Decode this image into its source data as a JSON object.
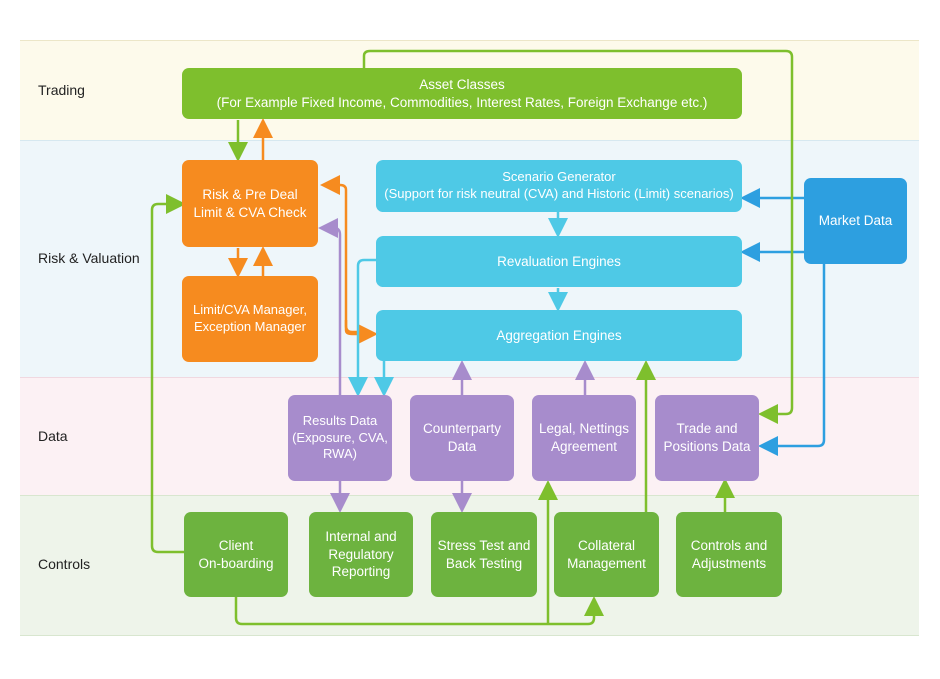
{
  "lanes": {
    "trading": "Trading",
    "risk_valuation": "Risk & Valuation",
    "data": "Data",
    "controls": "Controls"
  },
  "boxes": {
    "asset_classes": "Asset Classes\n(For Example Fixed Income, Commodities, Interest Rates, Foreign Exchange etc.)",
    "risk_pre_deal": "Risk & Pre Deal\nLimit & CVA Check",
    "limit_manager": "Limit/CVA Manager,\nException Manager",
    "scenario_generator": "Scenario Generator\n(Support for risk neutral (CVA) and Historic (Limit) scenarios)",
    "revaluation_engines": "Revaluation Engines",
    "aggregation_engines": "Aggregation Engines",
    "market_data": "Market Data",
    "results_data": "Results Data\n(Exposure, CVA,\nRWA)",
    "counterparty_data": "Counterparty\nData",
    "legal_nettings": "Legal, Nettings\nAgreement",
    "trade_positions": "Trade and\nPositions Data",
    "client_onboarding": "Client\nOn-boarding",
    "internal_reporting": "Internal and\nRegulatory\nReporting",
    "stress_test": "Stress Test and\nBack Testing",
    "collateral_management": "Collateral\nManagement",
    "controls_adjustments": "Controls and\nAdjustments"
  },
  "colors": {
    "trading_lane": "#fdfaeb",
    "risk_lane": "#eef6fa",
    "data_lane": "#fcf1f4",
    "controls_lane": "#eef4ea",
    "green": "#7ebf2d",
    "orange": "#f68b1f",
    "cyan": "#4ec9e6",
    "blue": "#2d9fe0",
    "purple": "#a78ccc"
  }
}
